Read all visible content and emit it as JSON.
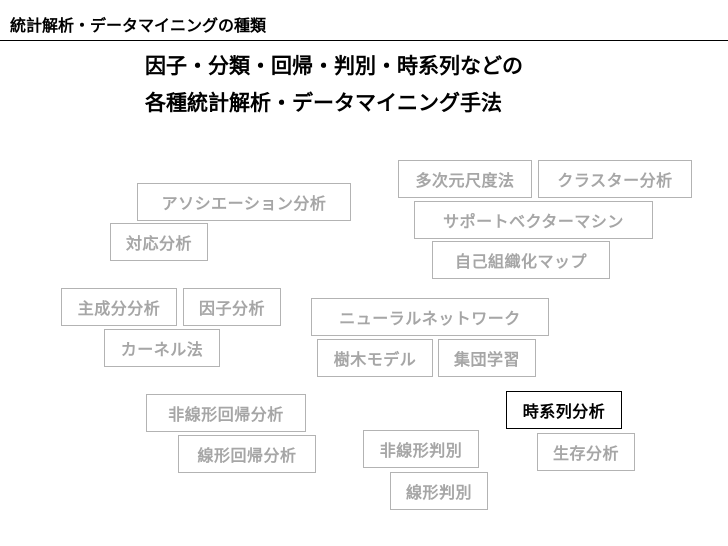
{
  "slide_title": "統計解析・データマイニングの種類",
  "heading": {
    "line1": "因子・分類・回帰・判別・時系列などの",
    "line2": "各種統計解析・データマイニング手法"
  },
  "methods": {
    "multidimensional_scaling": "多次元尺度法",
    "cluster_analysis": "クラスター分析",
    "association_analysis": "アソシエーション分析",
    "support_vector_machine": "サポートベクターマシン",
    "correspondence_analysis": "対応分析",
    "self_organizing_map": "自己組織化マップ",
    "principal_component_analysis": "主成分分析",
    "factor_analysis": "因子分析",
    "neural_network": "ニューラルネットワーク",
    "kernel_method": "カーネル法",
    "decision_tree_model": "樹木モデル",
    "ensemble_learning": "集団学習",
    "nonlinear_regression": "非線形回帰分析",
    "time_series_analysis": "時系列分析",
    "linear_regression": "線形回帰分析",
    "nonlinear_discriminant": "非線形判別",
    "survival_analysis": "生存分析",
    "linear_discriminant": "線形判別"
  },
  "colors": {
    "inactive_text": "#a6a6a6",
    "inactive_border": "#b3b3b3",
    "active_text": "#000000",
    "active_border": "#000000"
  }
}
